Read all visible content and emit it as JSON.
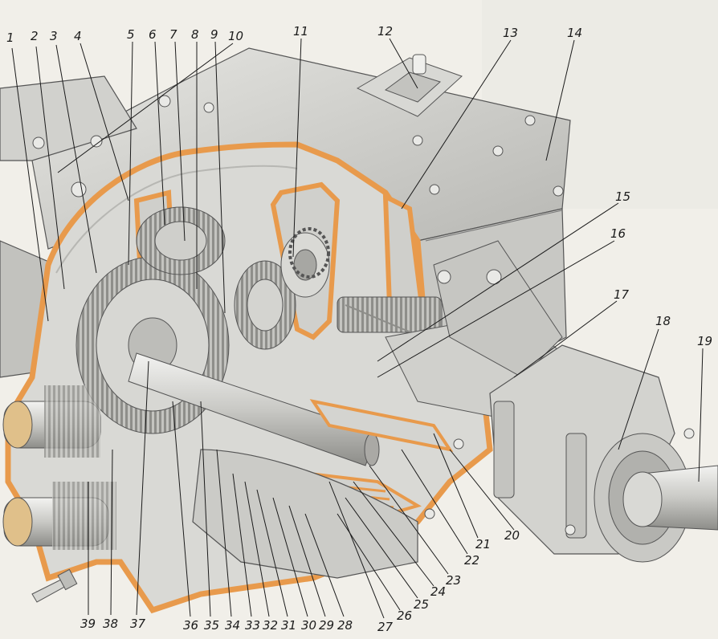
{
  "figure": {
    "callouts_top": [
      "1",
      "2",
      "3",
      "4",
      "5",
      "6",
      "7",
      "8",
      "9",
      "10",
      "11",
      "12",
      "13",
      "14"
    ],
    "callouts_right": [
      "15",
      "16",
      "17",
      "18",
      "19",
      "20",
      "21",
      "22",
      "23",
      "24",
      "25",
      "26"
    ],
    "callouts_bottom": [
      "27",
      "28",
      "29",
      "30",
      "31",
      "32",
      "33",
      "34",
      "35",
      "36",
      "37",
      "38",
      "39"
    ]
  },
  "colors": {
    "section_cut": "#e89a4c",
    "housing": "#d6d6d2",
    "housing_dark": "#a9a9a5",
    "background": "#f1efe9",
    "ink": "#1b1b1b"
  },
  "icons": {
    "bolt": "bolt-icon",
    "gear": "gear-icon",
    "bearing": "bearing-icon"
  }
}
